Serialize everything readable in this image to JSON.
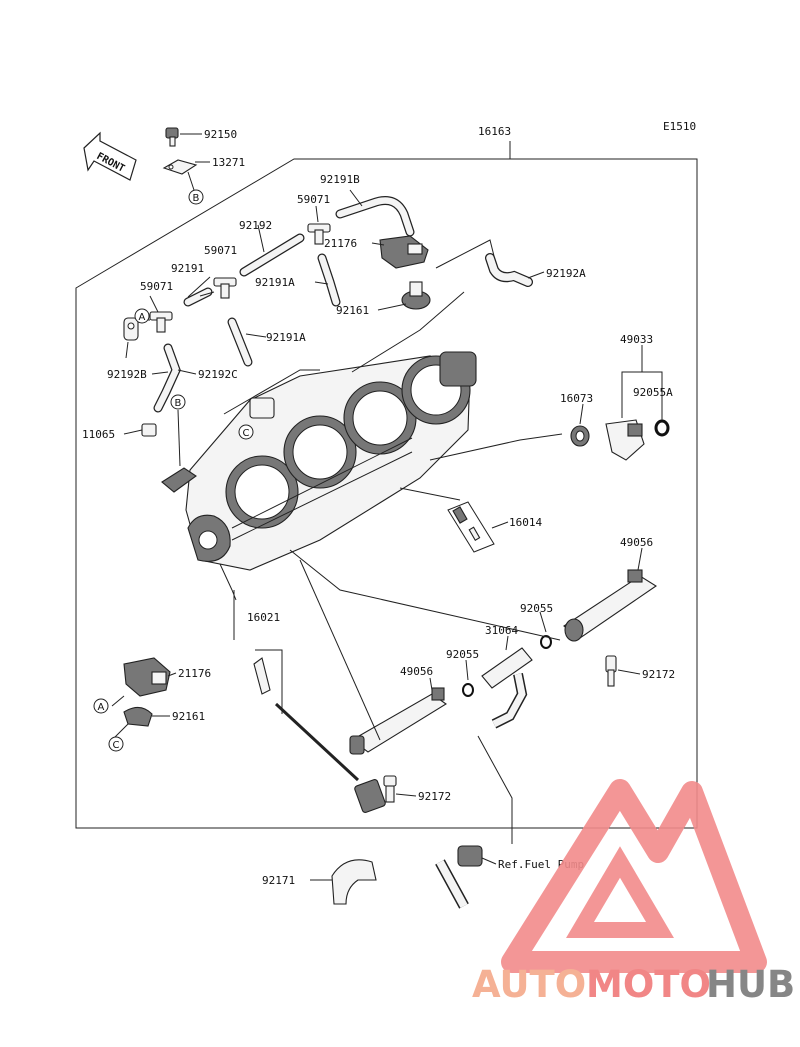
{
  "figure_code": "E1510",
  "front_label": "FRONT",
  "ref_label": "Ref.Fuel Pump",
  "watermark": {
    "part1": "AUTO",
    "part2": "MOTO",
    "part3": "HUB",
    "color1": "#f5a98a",
    "color2": "#f07a7a",
    "color3": "#7a7a7a",
    "logo_color": "#f28b8b"
  },
  "parts": [
    {
      "id": "p16163",
      "num": "16163"
    },
    {
      "id": "p92150",
      "num": "92150"
    },
    {
      "id": "p13271",
      "num": "13271"
    },
    {
      "id": "p92191B",
      "num": "92191B"
    },
    {
      "id": "p59071a",
      "num": "59071"
    },
    {
      "id": "p21176a",
      "num": "21176"
    },
    {
      "id": "p92192",
      "num": "92192"
    },
    {
      "id": "p92192A",
      "num": "92192A"
    },
    {
      "id": "p59071b",
      "num": "59071"
    },
    {
      "id": "p92191",
      "num": "92191"
    },
    {
      "id": "p92191Aa",
      "num": "92191A"
    },
    {
      "id": "p59071c",
      "num": "59071"
    },
    {
      "id": "p92161a",
      "num": "92161"
    },
    {
      "id": "p92191Ab",
      "num": "92191A"
    },
    {
      "id": "p49033",
      "num": "49033"
    },
    {
      "id": "p92192B",
      "num": "92192B"
    },
    {
      "id": "p92192C",
      "num": "92192C"
    },
    {
      "id": "p92055A",
      "num": "92055A"
    },
    {
      "id": "p16073",
      "num": "16073"
    },
    {
      "id": "p11065",
      "num": "11065"
    },
    {
      "id": "p16014",
      "num": "16014"
    },
    {
      "id": "p49056a",
      "num": "49056"
    },
    {
      "id": "p16021",
      "num": "16021"
    },
    {
      "id": "p92055a",
      "num": "92055"
    },
    {
      "id": "p31064",
      "num": "31064"
    },
    {
      "id": "p21176b",
      "num": "21176"
    },
    {
      "id": "p92055b",
      "num": "92055"
    },
    {
      "id": "p92172a",
      "num": "92172"
    },
    {
      "id": "p49056b",
      "num": "49056"
    },
    {
      "id": "p92161b",
      "num": "92161"
    },
    {
      "id": "p92172b",
      "num": "92172"
    },
    {
      "id": "p92171",
      "num": "92171"
    }
  ],
  "callouts": [
    "A",
    "B",
    "C",
    "A",
    "B",
    "C"
  ]
}
